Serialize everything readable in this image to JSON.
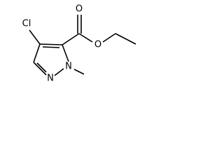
{
  "molecule": {
    "atoms": {
      "chlorine": "Cl",
      "nitrogen_ring": "N",
      "nitrogen_methylated": "N",
      "carbonyl_oxygen": "O",
      "ester_oxygen": "O"
    }
  },
  "colors": {
    "bond": "#000000",
    "label": "#000000",
    "background": "#ffffff"
  }
}
